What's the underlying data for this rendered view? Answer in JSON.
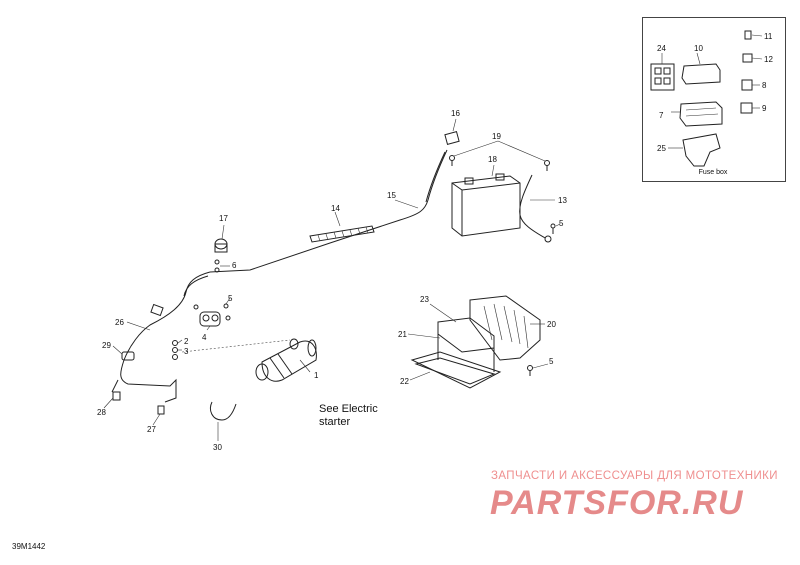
{
  "callouts": {
    "c1": "1",
    "c2": "2",
    "c3": "3",
    "c4": "4",
    "c5a": "5",
    "c5b": "5",
    "c5c": "5",
    "c6": "6",
    "c7": "7",
    "c8": "8",
    "c9": "9",
    "c10": "10",
    "c11": "11",
    "c12": "12",
    "c13": "13",
    "c14": "14",
    "c15": "15",
    "c16": "16",
    "c17": "17",
    "c18": "18",
    "c19": "19",
    "c20": "20",
    "c21": "21",
    "c22": "22",
    "c23": "23",
    "c24": "24",
    "c25": "25",
    "c26": "26",
    "c27": "27",
    "c28": "28",
    "c29": "29",
    "c30": "30"
  },
  "note": {
    "line1": "See Electric",
    "line2": "starter"
  },
  "inset": {
    "caption": "Fuse box"
  },
  "figure_code": "39M1442",
  "watermark": {
    "tagline": "ЗАПЧАСТИ И АКСЕССУАРЫ ДЛЯ МОТОТЕХНИКИ",
    "brand": "PARTSFOR.RU"
  }
}
